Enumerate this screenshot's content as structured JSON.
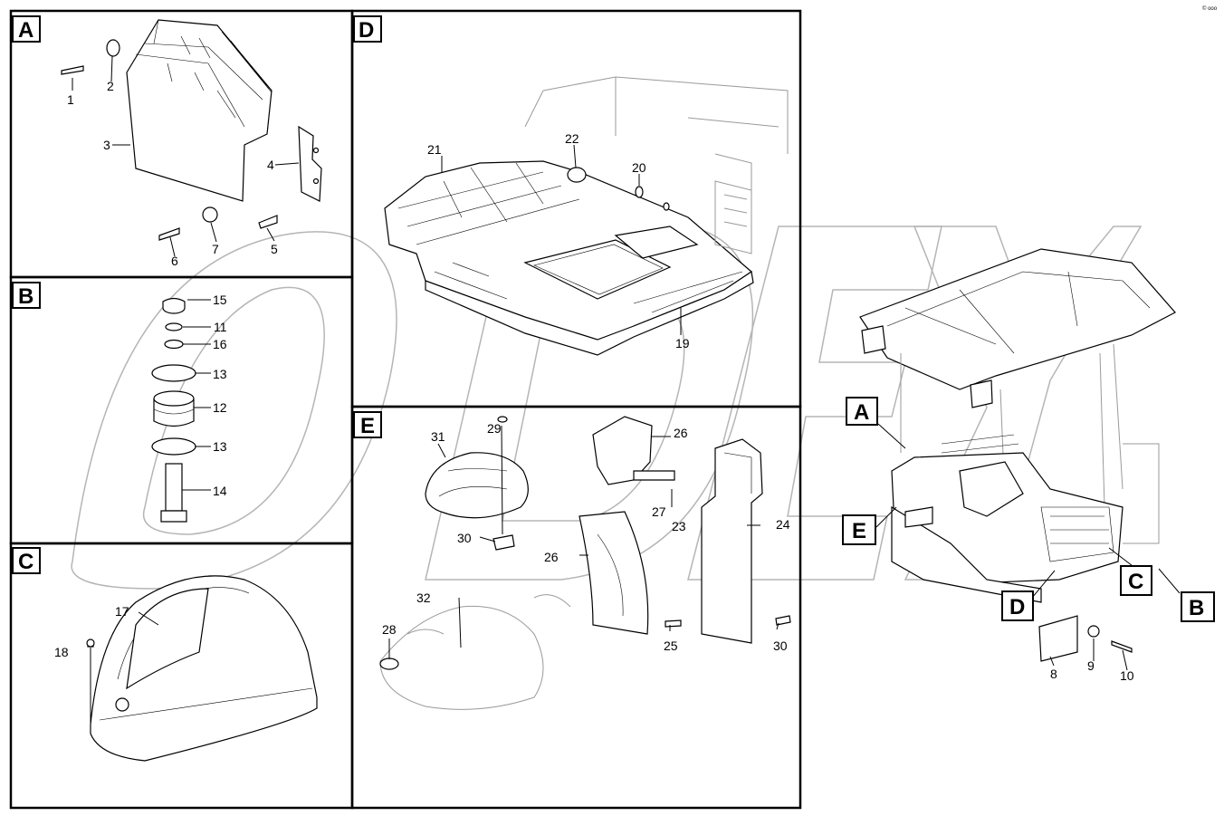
{
  "header": {
    "corner_text": "© ooo"
  },
  "watermark": {
    "text": "ODEX",
    "color": "#b5b5b5"
  },
  "panels": [
    {
      "letter": "A",
      "callouts": [
        "1",
        "2",
        "3",
        "4",
        "5",
        "6",
        "7"
      ]
    },
    {
      "letter": "B",
      "callouts": [
        "15",
        "11",
        "16",
        "13",
        "12",
        "13",
        "14"
      ]
    },
    {
      "letter": "C",
      "callouts": [
        "17",
        "18"
      ]
    },
    {
      "letter": "D",
      "callouts": [
        "21",
        "22",
        "20",
        "19"
      ]
    },
    {
      "letter": "E",
      "callouts": [
        "29",
        "31",
        "26",
        "27",
        "23",
        "24",
        "30",
        "26",
        "32",
        "28",
        "25",
        "30"
      ]
    }
  ],
  "overview": {
    "markers": [
      "A",
      "E",
      "D",
      "C",
      "B"
    ],
    "callouts": [
      "8",
      "9",
      "10"
    ]
  }
}
